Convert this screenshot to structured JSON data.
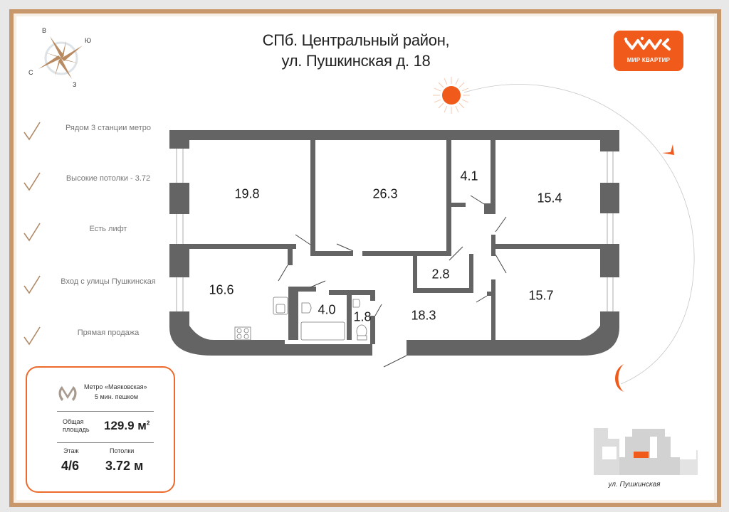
{
  "header": {
    "title_line1": "СПб. Центральный район,",
    "title_line2": "ул. Пушкинская д. 18"
  },
  "brand": {
    "name": "МИР КВАРТИР",
    "color": "#f05a1a"
  },
  "compass": {
    "labels": {
      "top": "В",
      "right": "Ю",
      "left": "С",
      "bottom": "З"
    },
    "icon": "compass-rose-icon"
  },
  "features": [
    {
      "icon": "check-icon",
      "label": "Рядом 3 станции метро"
    },
    {
      "icon": "check-icon",
      "label": "Высокие потолки -  3.72"
    },
    {
      "icon": "check-icon",
      "label": "Есть лифт"
    },
    {
      "icon": "check-icon",
      "label": "Вход с улицы Пушкинская"
    },
    {
      "icon": "check-icon",
      "label": "Прямая продажа"
    }
  ],
  "info_card": {
    "metro_icon": "metro-icon",
    "metro_name": "Метро «Маяковская»",
    "metro_distance": "5 мин. пешком",
    "area_label_1": "Общая",
    "area_label_2": "площадь",
    "area_value": "129.9 м",
    "area_sup": "2",
    "floor_label": "Этаж",
    "floor_value": "4/6",
    "ceiling_label": "Потолки",
    "ceiling_value": "3.72 м",
    "accent_color": "#ec6a2c"
  },
  "floorplan": {
    "wall_color": "#646464",
    "rooms": [
      {
        "id": "room-1",
        "area": "19.8"
      },
      {
        "id": "room-2",
        "area": "26.3"
      },
      {
        "id": "room-3",
        "area": "4.1"
      },
      {
        "id": "room-4",
        "area": "15.4"
      },
      {
        "id": "room-5",
        "area": "16.6"
      },
      {
        "id": "room-6",
        "area": "4.0"
      },
      {
        "id": "room-7",
        "area": "1.8"
      },
      {
        "id": "room-8",
        "area": "2.8"
      },
      {
        "id": "room-9",
        "area": "18.3"
      },
      {
        "id": "room-10",
        "area": "15.7"
      }
    ]
  },
  "sun_path": {
    "sun_icon": "sun-icon",
    "moon_icon": "moon-icon",
    "color": "#f05a1a"
  },
  "location_map": {
    "street_label": "ул. Пушкинская",
    "highlight_color": "#f05a1a"
  }
}
